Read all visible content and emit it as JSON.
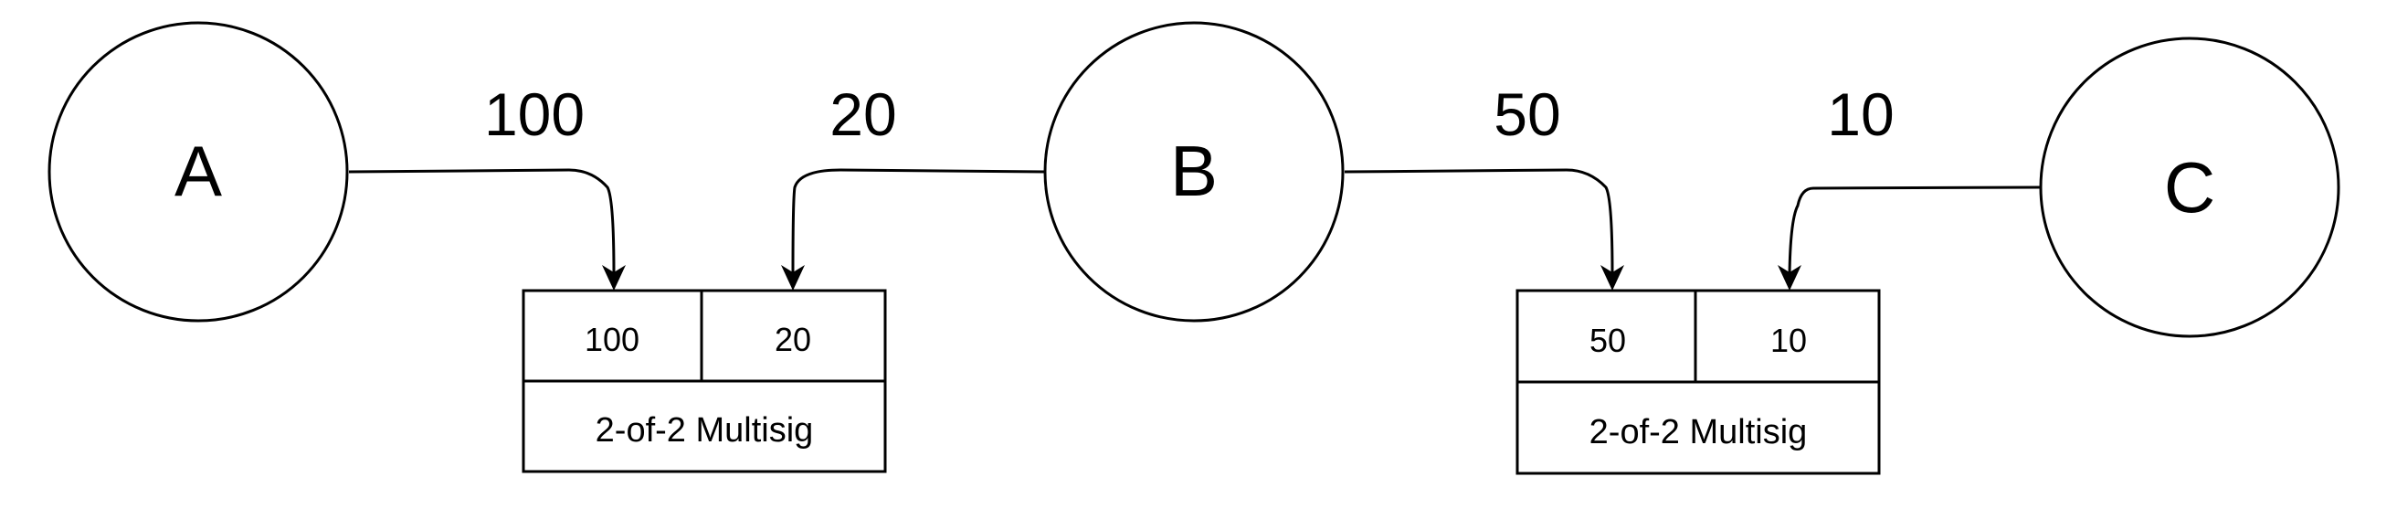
{
  "nodes": {
    "a": "A",
    "b": "B",
    "c": "C"
  },
  "edges": {
    "a_to_box1": "100",
    "b_to_box1": "20",
    "b_to_box2": "50",
    "c_to_box2": "10"
  },
  "boxes": {
    "box1": {
      "left_value": "100",
      "right_value": "20",
      "title": "2-of-2 Multisig"
    },
    "box2": {
      "left_value": "50",
      "right_value": "10",
      "title": "2-of-2 Multisig"
    }
  }
}
